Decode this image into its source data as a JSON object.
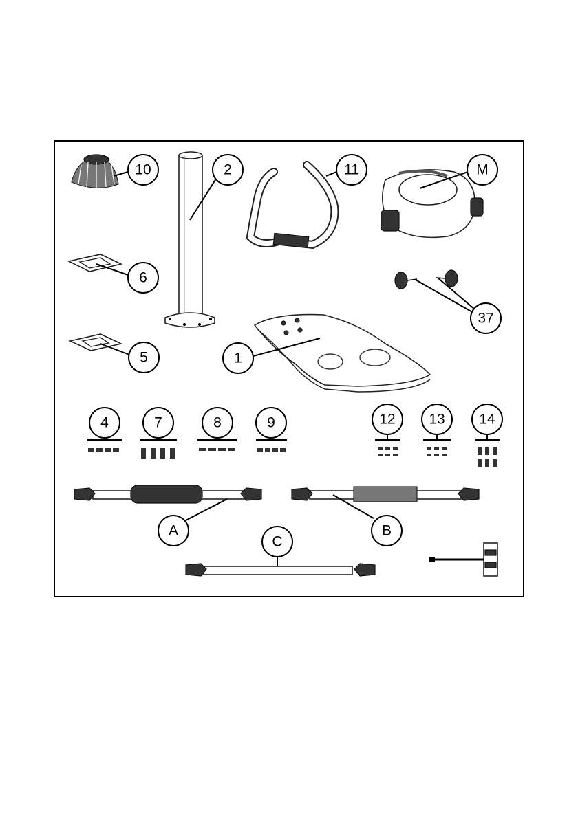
{
  "figure": {
    "callouts": {
      "c10": "10",
      "c2": "2",
      "c11": "11",
      "cM": "M",
      "c6": "6",
      "c37": "37",
      "c5": "5",
      "c1": "1",
      "c4": "4",
      "c7": "7",
      "c8": "8",
      "c9": "9",
      "c12": "12",
      "c13": "13",
      "c14": "14",
      "cA": "A",
      "cB": "B",
      "cC": "C"
    }
  }
}
